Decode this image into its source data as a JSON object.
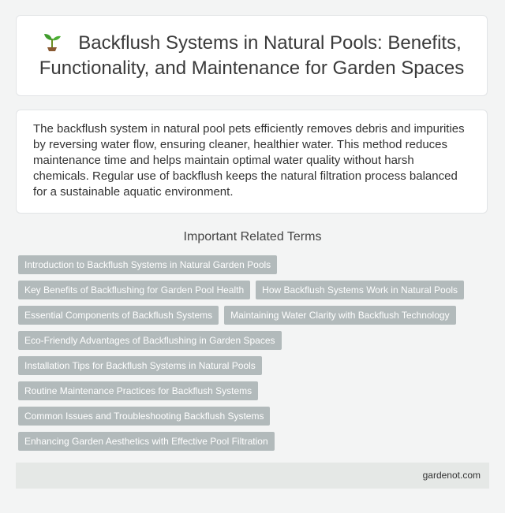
{
  "header": {
    "icon": "sprout-icon",
    "title": "Backflush Systems in Natural Pools: Benefits, Functionality, and Maintenance for Garden Spaces"
  },
  "summary": {
    "text": "The backflush system in natural pool pets efficiently removes debris and impurities by reversing water flow, ensuring cleaner, healthier water. This method reduces maintenance time and helps maintain optimal water quality without harsh chemicals. Regular use of backflush keeps the natural filtration process balanced for a sustainable aquatic environment."
  },
  "related": {
    "heading": "Important Related Terms",
    "rows": [
      [
        "Introduction to Backflush Systems in Natural Garden Pools"
      ],
      [
        "Key Benefits of Backflushing for Garden Pool Health",
        "How Backflush Systems Work in Natural Pools"
      ],
      [
        "Essential Components of Backflush Systems",
        "Maintaining Water Clarity with Backflush Technology"
      ],
      [
        "Eco-Friendly Advantages of Backflushing in Garden Spaces"
      ],
      [
        "Installation Tips for Backflush Systems in Natural Pools"
      ],
      [
        "Routine Maintenance Practices for Backflush Systems"
      ],
      [
        "Common Issues and Troubleshooting Backflush Systems"
      ],
      [
        "Enhancing Garden Aesthetics with Effective Pool Filtration"
      ]
    ]
  },
  "footer": {
    "site": "gardenot.com"
  },
  "colors": {
    "tag_bg": "#b2babb",
    "footer_bg": "#e5e8e6",
    "page_bg": "#f3f4f4"
  }
}
